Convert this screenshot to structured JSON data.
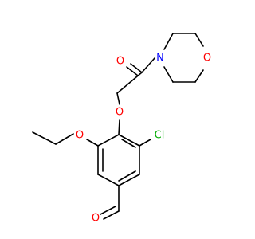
{
  "diagram": {
    "type": "chemical-structure",
    "atoms": {
      "morpholine_o": {
        "label": "O",
        "color": "#ff0000"
      },
      "morpholine_n": {
        "label": "N",
        "color": "#0000ff"
      },
      "carbonyl_o": {
        "label": "O",
        "color": "#ff0000"
      },
      "ether_o": {
        "label": "O",
        "color": "#ff0000"
      },
      "ethoxy_o": {
        "label": "O",
        "color": "#ff0000"
      },
      "chlorine": {
        "label": "Cl",
        "color": "#00aa00"
      },
      "aldehyde_o": {
        "label": "O",
        "color": "#ff0000"
      }
    }
  }
}
